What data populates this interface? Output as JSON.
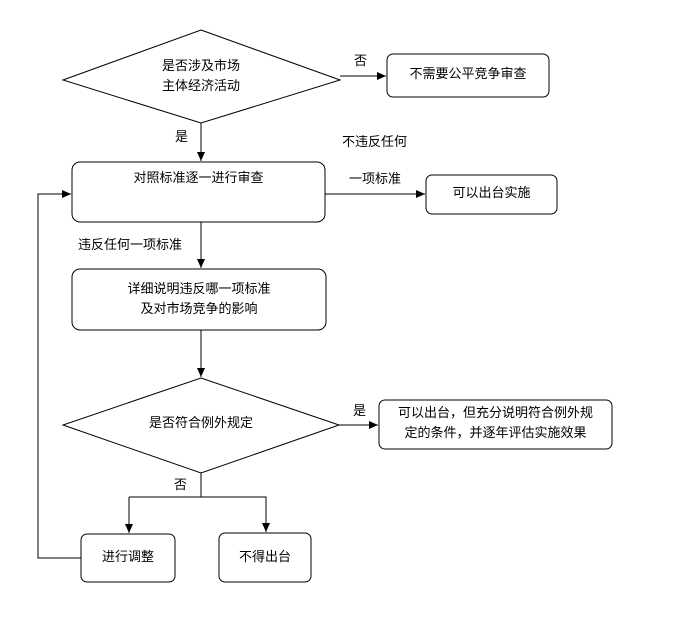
{
  "nodes": {
    "q_market": {
      "line1": "是否涉及市场",
      "line2": "主体经济活动"
    },
    "no_review": {
      "text": "不需要公平竞争审查"
    },
    "review": {
      "text": "对照标准逐一进行审查"
    },
    "can_issue": {
      "text": "可以出台实施"
    },
    "explain": {
      "line1": "详细说明违反哪一项标准",
      "line2": "及对市场竞争的影响"
    },
    "q_exception": {
      "text": "是否符合例外规定"
    },
    "exception_ok": {
      "line1": "可以出台，但充分说明符合例外规",
      "line2": "定的条件，并逐年评估实施效果"
    },
    "adjust": {
      "text": "进行调整"
    },
    "not_issue": {
      "text": "不得出台"
    }
  },
  "edge_labels": {
    "no1": "否",
    "yes1": "是",
    "no_violation_line1": "不违反任何",
    "no_violation_line2": "一项标准",
    "violation": "违反任何一项标准",
    "yes2": "是",
    "no2": "否"
  }
}
